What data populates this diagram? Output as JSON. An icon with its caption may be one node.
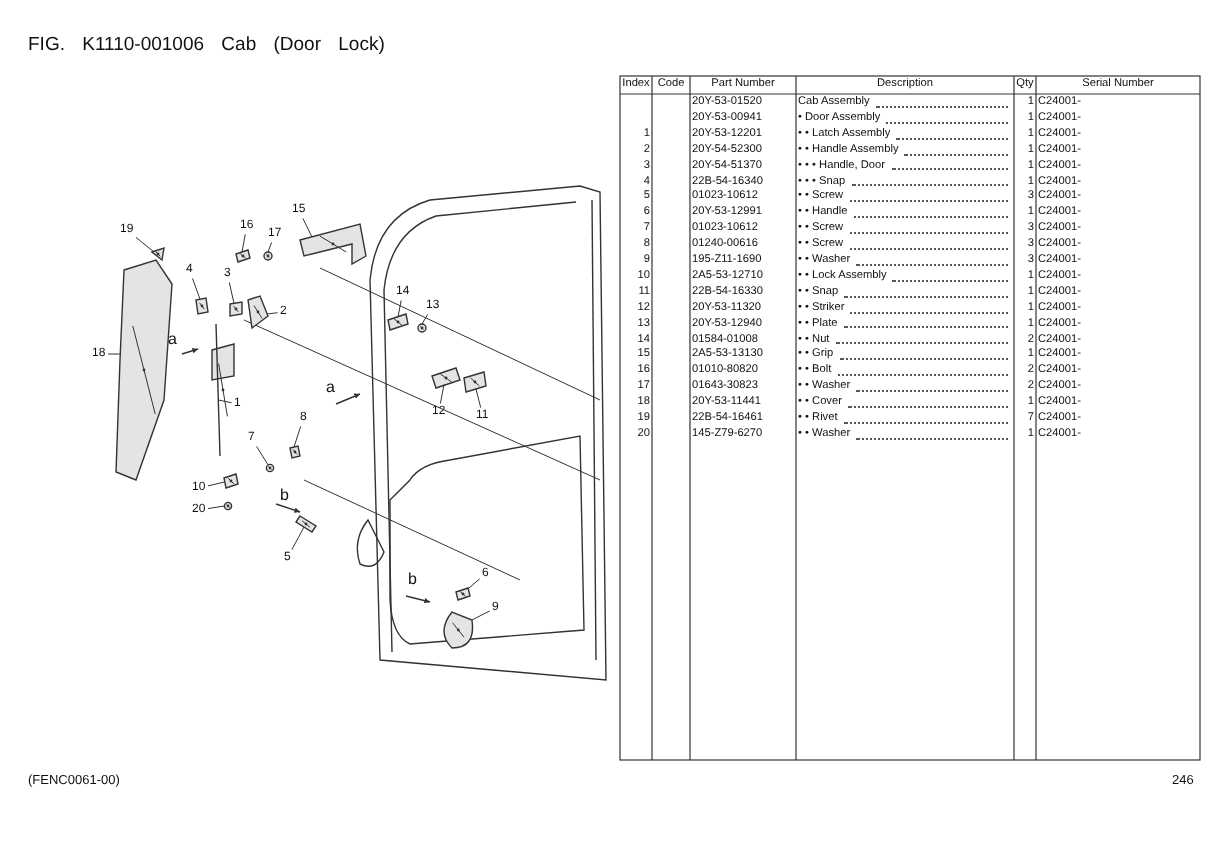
{
  "diagram": {
    "title": "FIG. K1110-001006 Cab (Door Lock)",
    "nodes": [
      {
        "text": [
          "19"
        ]
      },
      {
        "text": [
          "16"
        ]
      },
      {
        "text": [
          "17"
        ]
      },
      {
        "text": [
          "15"
        ]
      },
      {
        "text": [
          "4"
        ]
      },
      {
        "text": [
          "3"
        ]
      },
      {
        "text": [
          "2"
        ]
      },
      {
        "text": [
          "14"
        ]
      },
      {
        "text": [
          "13"
        ]
      },
      {
        "text": [
          "18"
        ]
      },
      {
        "text": [
          "1"
        ]
      },
      {
        "text": [
          "12"
        ]
      },
      {
        "text": [
          "11"
        ]
      },
      {
        "text": [
          "8"
        ]
      },
      {
        "text": [
          "7"
        ]
      },
      {
        "text": [
          "10"
        ]
      },
      {
        "text": [
          "20"
        ]
      },
      {
        "text": [
          "5"
        ]
      },
      {
        "text": [
          "6"
        ]
      },
      {
        "text": [
          "9"
        ]
      },
      {
        "text": [],
        "shape": "picture"
      },
      {
        "text": [],
        "shape": "picture"
      },
      {
        "text": [],
        "shape": "picture"
      },
      {
        "text": [],
        "shape": "picture"
      },
      {
        "text": [],
        "shape": "picture"
      },
      {
        "text": [],
        "shape": "picture"
      },
      {
        "text": [],
        "shape": "picture"
      },
      {
        "text": [],
        "shape": "picture"
      },
      {
        "text": [],
        "shape": "picture"
      },
      {
        "text": [],
        "shape": "picture"
      },
      {
        "text": [],
        "shape": "picture"
      },
      {
        "text": [],
        "shape": "picture"
      },
      {
        "text": [],
        "shape": "picture"
      },
      {
        "text": [],
        "shape": "picture"
      },
      {
        "text": [],
        "shape": "picture"
      },
      {
        "text": [],
        "shape": "picture"
      },
      {
        "text": [],
        "shape": "picture"
      },
      {
        "text": [],
        "shape": "picture"
      },
      {
        "text": [],
        "shape": "picture"
      },
      {
        "text": [],
        "shape": "picture"
      }
    ],
    "edges": [
      {
        "from": 0,
        "to": 20,
        "arrow": "none"
      },
      {
        "from": 1,
        "to": 21,
        "arrow": "none"
      },
      {
        "from": 2,
        "to": 22,
        "arrow": "none"
      },
      {
        "from": 3,
        "to": 23,
        "arrow": "none"
      },
      {
        "from": 4,
        "to": 24,
        "arrow": "none"
      },
      {
        "from": 5,
        "to": 25,
        "arrow": "none"
      },
      {
        "from": 6,
        "to": 26,
        "arrow": "none"
      },
      {
        "from": 7,
        "to": 27,
        "arrow": "none"
      },
      {
        "from": 8,
        "to": 28,
        "arrow": "none"
      },
      {
        "from": 9,
        "to": 29,
        "arrow": "none"
      },
      {
        "from": 10,
        "to": 30,
        "arrow": "none"
      },
      {
        "from": 11,
        "to": 31,
        "arrow": "none"
      },
      {
        "from": 12,
        "to": 32,
        "arrow": "none"
      },
      {
        "from": 13,
        "to": 33,
        "arrow": "none"
      },
      {
        "from": 14,
        "to": 34,
        "arrow": "none"
      },
      {
        "from": 15,
        "to": 35,
        "arrow": "none"
      },
      {
        "from": 16,
        "to": 36,
        "arrow": "none"
      },
      {
        "from": 17,
        "to": 37,
        "arrow": "none"
      },
      {
        "from": 18,
        "to": 38,
        "arrow": "none"
      },
      {
        "from": 19,
        "to": 39,
        "arrow": "none"
      }
    ],
    "labels": [
      "a",
      "a",
      "b",
      "b",
      "Index",
      "Code",
      "Part Number",
      "Description",
      "Qty",
      "Serial Number",
      "20Y-53-01520",
      "Cab Assembly",
      "1",
      "C24001-",
      "20Y-53-00941",
      "• Door Assembly",
      "1",
      "C24001-",
      "1",
      "20Y-53-12201",
      "• • Latch Assembly",
      "1",
      "C24001-",
      "2",
      "20Y-54-52300",
      "• • Handle Assembly",
      "1",
      "C24001-",
      "3",
      "20Y-54-51370",
      "• • • Handle, Door",
      "1",
      "C24001-",
      "4",
      "22B-54-16340",
      "• • • Snap",
      "1",
      "C24001-",
      "5",
      "01023-10612",
      "• • Screw",
      "3",
      "C24001-",
      "6",
      "20Y-53-12991",
      "• • Handle",
      "1",
      "C24001-",
      "7",
      "01023-10612",
      "• • Screw",
      "3",
      "C24001-",
      "8",
      "01240-00616",
      "• • Screw",
      "3",
      "C24001-",
      "9",
      "195-Z11-1690",
      "• • Washer",
      "3",
      "C24001-",
      "10",
      "2A5-53-12710",
      "• • Lock Assembly",
      "1",
      "C24001-",
      "11",
      "22B-54-16330",
      "• • Snap",
      "1",
      "C24001-",
      "12",
      "20Y-53-11320",
      "• • Striker",
      "1",
      "C24001-",
      "13",
      "20Y-53-12940",
      "• • Plate",
      "1",
      "C24001-",
      "14",
      "01584-01008",
      "• • Nut",
      "2",
      "C24001-",
      "15",
      "2A5-53-13130",
      "• • Grip",
      "1",
      "C24001-",
      "16",
      "01010-80820",
      "• • Bolt",
      "2",
      "C24001-",
      "17",
      "01643-30823",
      "• • Washer",
      "2",
      "C24001-",
      "18",
      "20Y-53-11441",
      "• • Cover",
      "1",
      "C24001-",
      "19",
      "22B-54-16461",
      "• • Rivet",
      "7",
      "C24001-",
      "20",
      "145-Z79-6270",
      "• • Washer",
      "1",
      "C24001-",
      "(FENC0061-00)",
      "246"
    ]
  }
}
